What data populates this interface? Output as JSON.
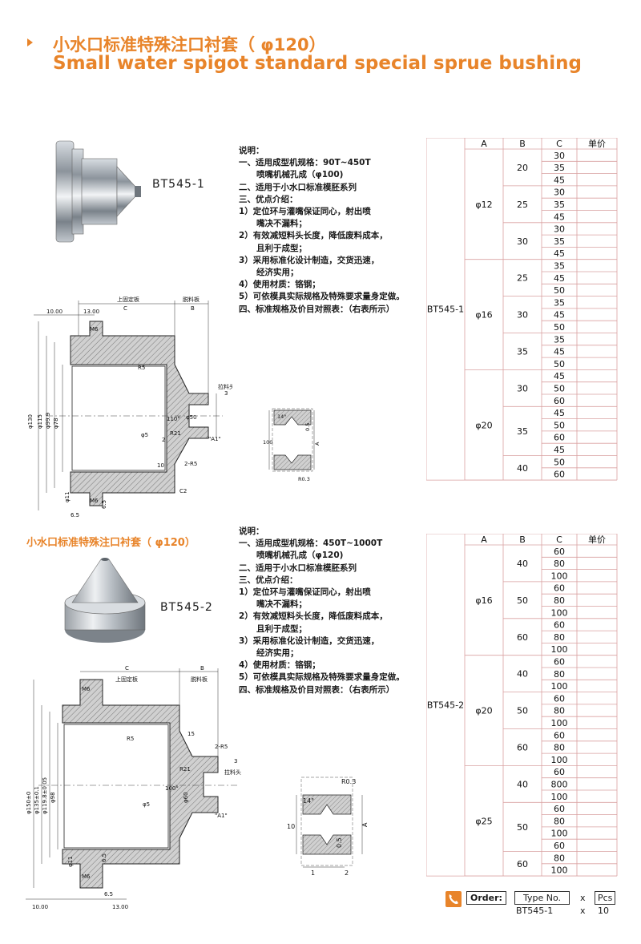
{
  "header": {
    "title_cn": "小水口标准特殊注口衬套（ φ120）",
    "title_en": "Small water spigot standard special sprue bushing"
  },
  "section1": {
    "model": "BT545-1",
    "notes": [
      {
        "text": "说明：",
        "indent": false
      },
      {
        "text": "一、适用成型机规格：90T~450T",
        "indent": false
      },
      {
        "text": "喷嘴机械孔成（φ100)",
        "indent": true
      },
      {
        "text": "二、适用于小水口标准模胚系列",
        "indent": false
      },
      {
        "text": "三、优点介绍：",
        "indent": false
      },
      {
        "text": "1）定位环与灌嘴保证同心，射出喷",
        "indent": false
      },
      {
        "text": "嘴决不漏料；",
        "indent": true
      },
      {
        "text": "2）有效减短料头长度，降低废料成本，",
        "indent": false
      },
      {
        "text": "且利于成型；",
        "indent": true
      },
      {
        "text": "3）采用标准化设计制造，交货迅速，",
        "indent": false
      },
      {
        "text": "经济实用；",
        "indent": true
      },
      {
        "text": "4）使用材质：铬钢；",
        "indent": false
      },
      {
        "text": "5）可依模具实际规格及特殊要求量身定做。",
        "indent": false
      },
      {
        "text": "四、标准规格及价目对照表：（右表所示）",
        "indent": false
      }
    ],
    "table": {
      "headers": [
        "A",
        "B",
        "C",
        "单价"
      ],
      "model": "BT545-1",
      "groups": [
        {
          "a": "φ12",
          "b_groups": [
            {
              "b": "20",
              "c": [
                "30",
                "35",
                "45"
              ]
            },
            {
              "b": "25",
              "c": [
                "30",
                "35",
                "45"
              ]
            },
            {
              "b": "30",
              "c": [
                "30",
                "35",
                "45"
              ]
            }
          ]
        },
        {
          "a": "φ16",
          "b_groups": [
            {
              "b": "25",
              "c": [
                "35",
                "45",
                "50"
              ]
            },
            {
              "b": "30",
              "c": [
                "35",
                "45",
                "50"
              ]
            },
            {
              "b": "35",
              "c": [
                "35",
                "45",
                "50"
              ]
            }
          ]
        },
        {
          "a": "φ20",
          "b_groups": [
            {
              "b": "30",
              "c": [
                "45",
                "50",
                "60"
              ]
            },
            {
              "b": "35",
              "c": [
                "45",
                "50",
                "60",
                "45"
              ]
            },
            {
              "b": "40",
              "c": [
                "50",
                "60"
              ]
            }
          ]
        }
      ]
    },
    "drawing": {
      "labels": [
        "上固定板",
        "脱料板",
        "C",
        "B",
        "13.00",
        "10.00",
        "M6",
        "R5",
        "拉料头",
        "3",
        "110°",
        "φ50",
        "R21",
        "2",
        "φ5",
        "10",
        "2-R5",
        "C2",
        "\"A1\"",
        "φ130",
        "φ115",
        "φ99.9",
        "φ78",
        "φ11",
        "6.5",
        "6.5",
        "M6"
      ],
      "detail_labels": [
        "14°",
        "0.5",
        "100",
        "A",
        "R0.3"
      ]
    }
  },
  "section2": {
    "title": "小水口标准特殊注口衬套（ φ120）",
    "model": "BT545-2",
    "notes": [
      {
        "text": "说明：",
        "indent": false
      },
      {
        "text": "一、适用成型机规格：450T~1000T",
        "indent": false
      },
      {
        "text": "喷嘴机械孔成（φ120)",
        "indent": true
      },
      {
        "text": "二、适用于小水口标准模胚系列",
        "indent": false
      },
      {
        "text": "三、优点介绍：",
        "indent": false
      },
      {
        "text": "1）定位环与灌嘴保证同心，射出喷",
        "indent": false
      },
      {
        "text": "嘴决不漏料；",
        "indent": true
      },
      {
        "text": "2）有效减短料头长度，降低废料成本，",
        "indent": false
      },
      {
        "text": "且利于成型；",
        "indent": true
      },
      {
        "text": "3）采用标准化设计制造，交货迅速，",
        "indent": false
      },
      {
        "text": "经济实用；",
        "indent": true
      },
      {
        "text": "4）使用材质：铬钢；",
        "indent": false
      },
      {
        "text": "5）可依模具实际规格及特殊要求量身定做。",
        "indent": false
      },
      {
        "text": "四、标准规格及价目对照表：（右表所示）",
        "indent": false
      }
    ],
    "table": {
      "headers": [
        "A",
        "B",
        "C",
        "单价"
      ],
      "model": "BT545-2",
      "groups": [
        {
          "a": "φ16",
          "b_groups": [
            {
              "b": "40",
              "c": [
                "60",
                "80",
                "100"
              ]
            },
            {
              "b": "50",
              "c": [
                "60",
                "80",
                "100"
              ]
            },
            {
              "b": "60",
              "c": [
                "60",
                "80",
                "100"
              ]
            }
          ]
        },
        {
          "a": "φ20",
          "b_groups": [
            {
              "b": "40",
              "c": [
                "60",
                "80",
                "100"
              ]
            },
            {
              "b": "50",
              "c": [
                "60",
                "80",
                "100"
              ]
            },
            {
              "b": "60",
              "c": [
                "60",
                "80",
                "100"
              ]
            }
          ]
        },
        {
          "a": "φ25",
          "b_groups": [
            {
              "b": "40",
              "c": [
                "60",
                "800",
                "100"
              ]
            },
            {
              "b": "50",
              "c": [
                "60",
                "80",
                "100",
                "60"
              ]
            },
            {
              "b": "60",
              "c": [
                "80",
                "100"
              ]
            }
          ]
        }
      ]
    },
    "drawing": {
      "labels": [
        "C",
        "B",
        "上固定板",
        "脱料板",
        "M6",
        "R5",
        "15",
        "2-R5",
        "3",
        "拉料头",
        "R21",
        "100°",
        "φ5",
        "φ60",
        "\"A1\"",
        "φ150±0",
        "φ135±0.1",
        "φ119.8±0.05",
        "φ98",
        "φ11",
        "6.5",
        "M6",
        "6.5",
        "10.00",
        "13.00"
      ],
      "detail_labels": [
        "R0.3",
        "14°",
        "10",
        "0.5",
        "A",
        "1",
        "2"
      ]
    }
  },
  "order": {
    "label": "Order:",
    "type_no": "Type No.",
    "x": "x",
    "pcs": "Pcs",
    "example_type": "BT545-1",
    "example_qty": "10"
  },
  "colors": {
    "accent": "#e8842a",
    "table_border": "#d9a0a0",
    "hatch": "#8c8c8c"
  }
}
